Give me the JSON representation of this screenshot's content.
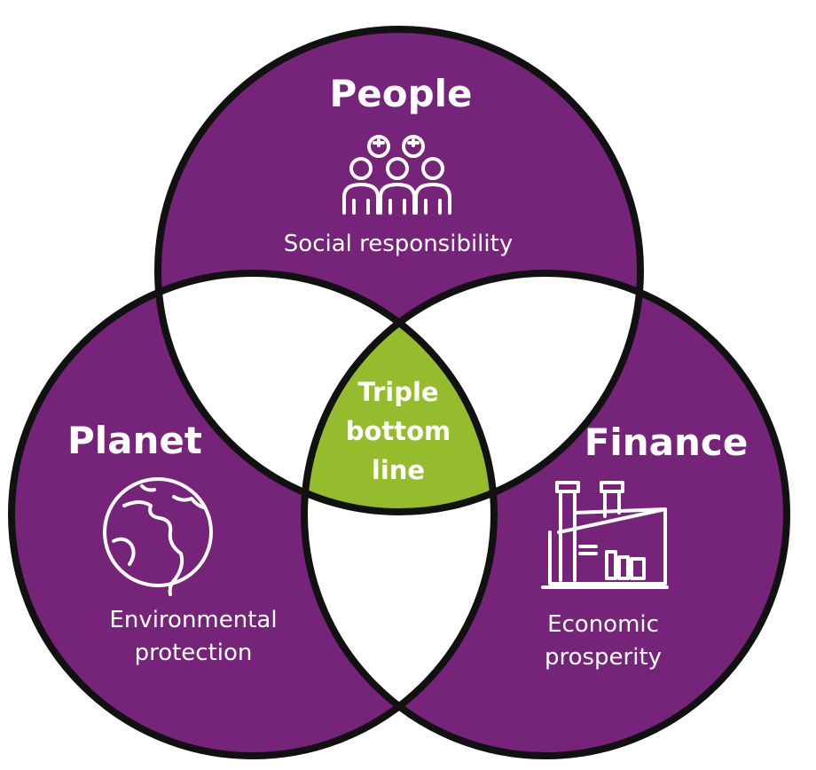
{
  "colors": {
    "circle_fill": "#76237A",
    "intersection_fill": "#ffffff",
    "center_fill": "#95BC2C",
    "outline": "#111111",
    "text": "#ffffff"
  },
  "circles": {
    "people": {
      "title": "People",
      "subtitle_lines": [
        "Social responsibility"
      ],
      "icon": "people-group-icon"
    },
    "planet": {
      "title": "Planet",
      "subtitle_lines": [
        "Environmental",
        "protection"
      ],
      "icon": "globe-icon"
    },
    "finance": {
      "title": "Finance",
      "subtitle_lines": [
        "Economic",
        "prosperity"
      ],
      "icon": "factory-icon"
    }
  },
  "center": {
    "lines": [
      "Triple",
      "bottom",
      "line"
    ]
  }
}
